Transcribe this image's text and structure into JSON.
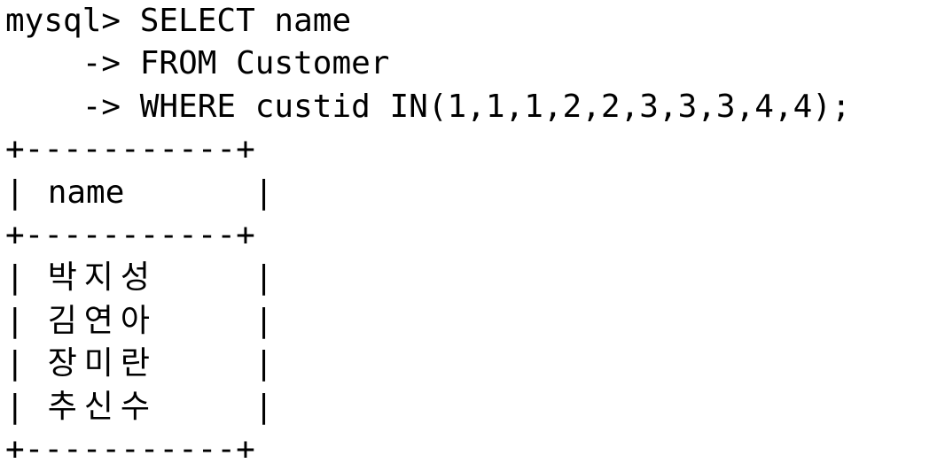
{
  "terminal": {
    "prompt_line": "mysql> SELECT name",
    "continuation_lines": [
      "    -> FROM Customer",
      "    -> WHERE custid IN(1,1,1,2,2,3,3,3,4,4);"
    ],
    "border_line": "+-----------+",
    "pipe": "|",
    "column_header": "name",
    "rows": [
      "박지성",
      "김연아",
      "장미란",
      "추신수"
    ]
  }
}
